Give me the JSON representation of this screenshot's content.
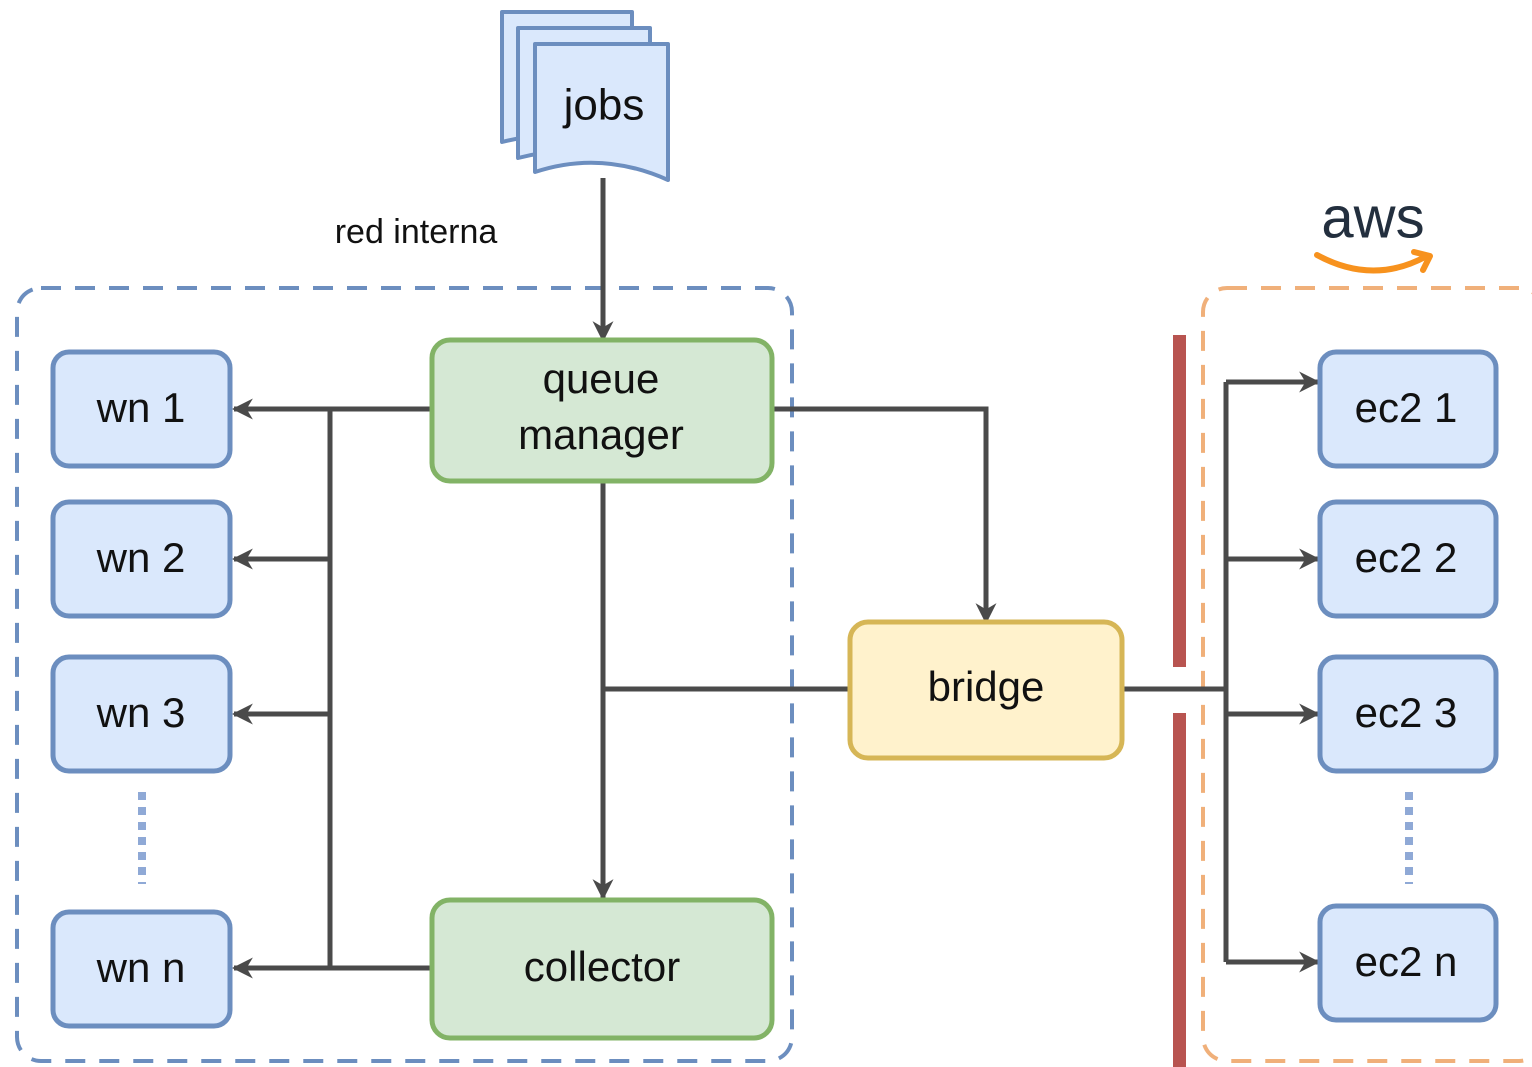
{
  "colors": {
    "edge": "#4a4a4a",
    "worker_fill": "#dae8fc",
    "worker_stroke": "#6c8ebf",
    "server_fill": "#d5e8d4",
    "server_stroke": "#82b366",
    "bridge_fill": "#fff2cc",
    "bridge_stroke": "#d6b656",
    "internal_net_border": "#6c8ebf",
    "aws_border": "#f0b07a",
    "firewall": "#b85450",
    "aws_smile": "#f7921e",
    "aws_text": "#232f3e"
  },
  "jobs": {
    "label": "jobs",
    "icon": "stacked-documents-icon"
  },
  "internal_network": {
    "label": "red interna"
  },
  "aws": {
    "logo_text": "aws",
    "icon": "aws-logo-icon"
  },
  "queue_manager": {
    "line1": "queue",
    "line2": "manager"
  },
  "collector": {
    "label": "collector"
  },
  "bridge": {
    "label": "bridge"
  },
  "worker_nodes": [
    "wn 1",
    "wn 2",
    "wn 3",
    "wn n"
  ],
  "ec2_nodes": [
    "ec2 1",
    "ec2 2",
    "ec2 3",
    "ec2 n"
  ]
}
